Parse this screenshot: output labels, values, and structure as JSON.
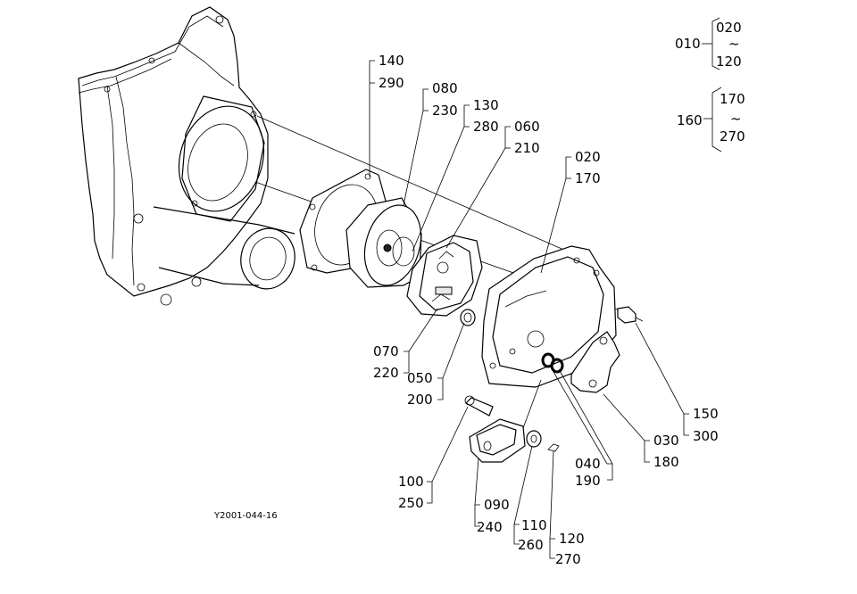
{
  "callouts": [
    {
      "id": "l140",
      "text": "140"
    },
    {
      "id": "l290",
      "text": "290"
    },
    {
      "id": "l080",
      "text": "080"
    },
    {
      "id": "l230",
      "text": "230"
    },
    {
      "id": "l130",
      "text": "130"
    },
    {
      "id": "l280",
      "text": "280"
    },
    {
      "id": "l060",
      "text": "060"
    },
    {
      "id": "l210",
      "text": "210"
    },
    {
      "id": "l020",
      "text": "020"
    },
    {
      "id": "l170",
      "text": "170"
    },
    {
      "id": "l070",
      "text": "070"
    },
    {
      "id": "l220",
      "text": "220"
    },
    {
      "id": "l050",
      "text": "050"
    },
    {
      "id": "l200",
      "text": "200"
    },
    {
      "id": "l150",
      "text": "150"
    },
    {
      "id": "l300",
      "text": "300"
    },
    {
      "id": "l030",
      "text": "030"
    },
    {
      "id": "l180",
      "text": "180"
    },
    {
      "id": "l040",
      "text": "040"
    },
    {
      "id": "l190",
      "text": "190"
    },
    {
      "id": "l100",
      "text": "100"
    },
    {
      "id": "l250",
      "text": "250"
    },
    {
      "id": "l090",
      "text": "090"
    },
    {
      "id": "l240",
      "text": "240"
    },
    {
      "id": "l110",
      "text": "110"
    },
    {
      "id": "l260",
      "text": "260"
    },
    {
      "id": "l120",
      "text": "120"
    },
    {
      "id": "l270",
      "text": "270"
    }
  ],
  "legend": {
    "group1": {
      "parent": "010",
      "from": "020",
      "to": "120",
      "sep": "~"
    },
    "group2": {
      "parent": "160",
      "from": "170",
      "to": "270",
      "sep": "~"
    }
  },
  "figure_code": "Y2001-044-16"
}
